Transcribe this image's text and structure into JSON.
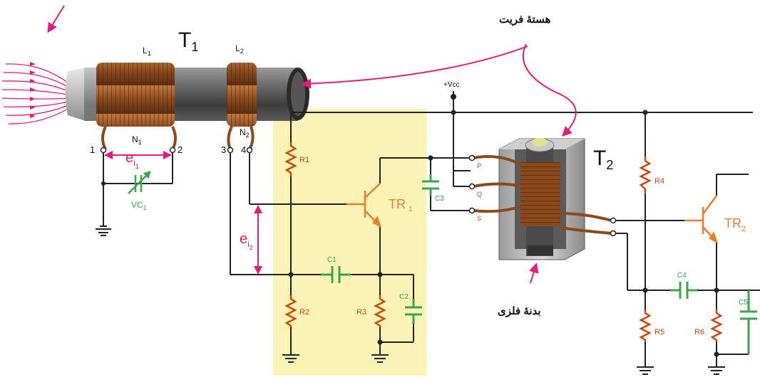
{
  "labels": {
    "ferrite_core": "هستهٔ فریت",
    "metal_body": "بدنهٔ فلزی",
    "t1": "T",
    "t1_sub": "1",
    "t2": "T",
    "t2_sub": "2",
    "l1": "L",
    "l1_sub": "1",
    "l2": "L",
    "l2_sub": "2",
    "n1": "N",
    "n1_sub": "1",
    "n2": "N",
    "n2_sub": "2",
    "vcc": "+Vcc",
    "pin1": "1",
    "pin2": "2",
    "pin3": "3",
    "pin4": "4",
    "ei1": "e",
    "ei1_sub": "i",
    "ei1_sub2": "1",
    "ei2": "e",
    "ei2_sub": "i",
    "ei2_sub2": "2",
    "vc1": "VC",
    "vc1_sub": "1",
    "r1": "R1",
    "r2": "R2",
    "r3": "R3",
    "r4": "R4",
    "r5": "R5",
    "r6": "R6",
    "c1": "C1",
    "c2": "C2",
    "c3": "C3",
    "c4": "C4",
    "c5": "C5",
    "tr1": "TR",
    "tr1_sub": "1",
    "tr2": "TR",
    "tr2_sub": "2",
    "p": "P",
    "q": "Q",
    "s": "S"
  },
  "colors": {
    "highlight": "#fbf3b6",
    "wire": "#222222",
    "resistor": "#c94a0c",
    "capacitor": "#3aa64a",
    "transistor": "#e8802a",
    "magenta": "#e6197d",
    "coil": "#8b4a1e"
  }
}
